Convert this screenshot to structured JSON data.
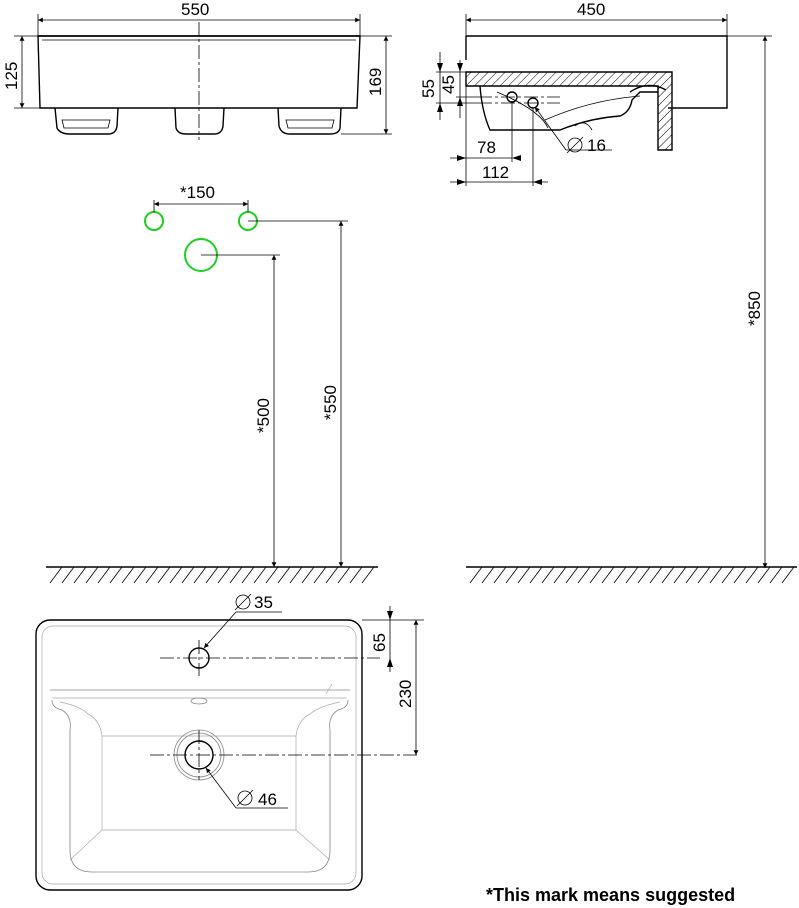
{
  "dimensions": {
    "front_width": "550",
    "front_height_outer": "125",
    "front_height_total": "169",
    "side_width": "450",
    "side_55": "55",
    "side_45": "45",
    "side_78": "78",
    "side_112": "112",
    "side_d16": "16",
    "side_850": "*850",
    "wall_150": "*150",
    "wall_500": "*500",
    "wall_550": "*550",
    "top_d35": "35",
    "top_65": "65",
    "top_230": "230",
    "top_d46": "46"
  },
  "note": "*This mark means suggested",
  "colors": {
    "line": "#000000",
    "hole_marker": "#22cc22"
  }
}
